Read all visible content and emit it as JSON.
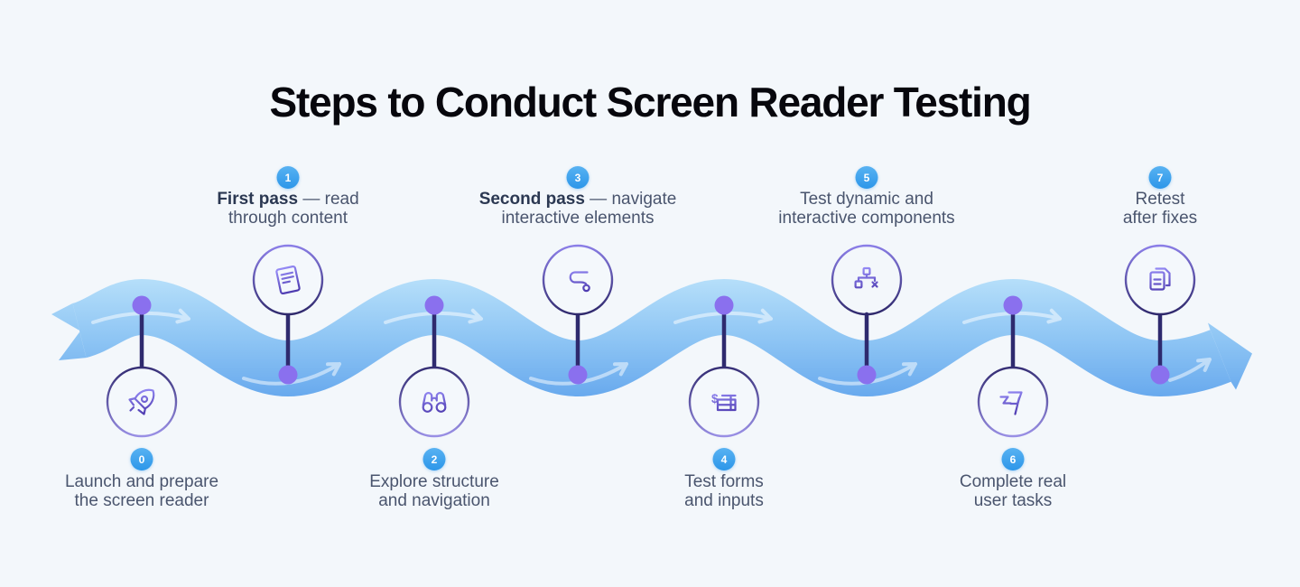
{
  "title": "Steps to Conduct Screen Reader Testing",
  "colors": {
    "background": "#f3f7fb",
    "ribbon_top": "#b6dffa",
    "ribbon_bottom": "#65a7ed",
    "flow_arrow": "#ffffff",
    "connector_line": "#2e2a6e",
    "timeline_dot": "#8a70ee",
    "badge_top": "#58b2f2",
    "badge_bottom": "#2c96e9",
    "icon_stroke_light": "#948af5",
    "icon_stroke_dark": "#4c39ae",
    "text": "#4a556e",
    "text_bold": "#2b3852",
    "title": "#07070d"
  },
  "steps": [
    {
      "number": "0",
      "position": "below",
      "icon": "rocket-icon",
      "line1_bold": "",
      "line1_rest": "Launch and prepare",
      "line2_rest": "the screen reader"
    },
    {
      "number": "1",
      "position": "above",
      "icon": "document-icon",
      "line1_bold": "First pass",
      "line1_rest": " — read",
      "line2_rest": "through content"
    },
    {
      "number": "2",
      "position": "below",
      "icon": "binoculars-icon",
      "line1_bold": "",
      "line1_rest": "Explore structure",
      "line2_rest": "and navigation"
    },
    {
      "number": "3",
      "position": "above",
      "icon": "route-icon",
      "line1_bold": "Second pass",
      "line1_rest": " — navigate",
      "line2_rest": "interactive elements"
    },
    {
      "number": "4",
      "position": "below",
      "icon": "form-dollar-icon",
      "line1_bold": "",
      "line1_rest": "Test forms",
      "line2_rest": "and inputs"
    },
    {
      "number": "5",
      "position": "above",
      "icon": "sitemap-x-icon",
      "line1_bold": "",
      "line1_rest": "Test dynamic and",
      "line2_rest": "interactive components"
    },
    {
      "number": "6",
      "position": "below",
      "icon": "flag-icon",
      "line1_bold": "",
      "line1_rest": "Complete real",
      "line2_rest": "user tasks"
    },
    {
      "number": "7",
      "position": "above",
      "icon": "copy-documents-icon",
      "line1_bold": "",
      "line1_rest": "Retest",
      "line2_rest": "after fixes"
    }
  ]
}
